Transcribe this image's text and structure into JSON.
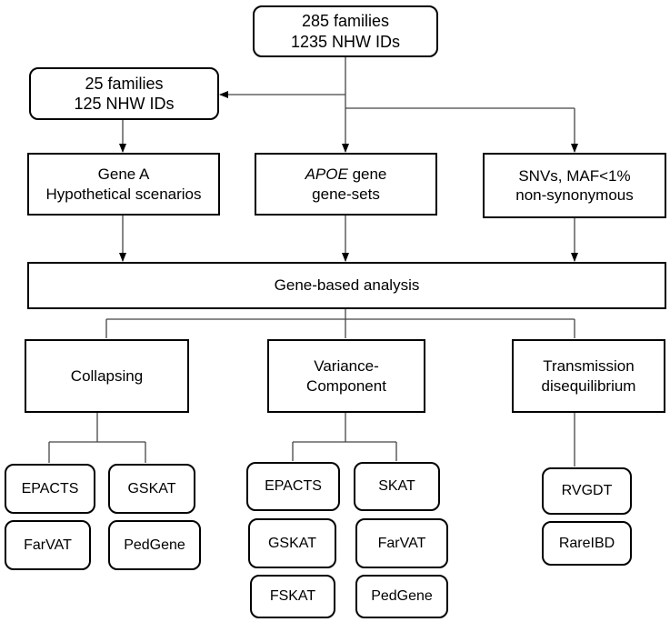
{
  "nodes": {
    "root": {
      "line1": "285 families",
      "line2": "1235 NHW IDs"
    },
    "subset": {
      "line1": "25 families",
      "line2": "125 NHW IDs"
    },
    "gene_a": {
      "line1": "Gene A",
      "line2": "Hypothetical scenarios"
    },
    "apoe": {
      "line1_italic": "APOE",
      "line1_rest": " gene",
      "line2": "gene-sets"
    },
    "snvs": {
      "line1": "SNVs, MAF<1%",
      "line2": "non-synonymous"
    },
    "gene_based": {
      "label": "Gene-based analysis"
    },
    "collapsing": {
      "label": "Collapsing"
    },
    "variance": {
      "line1": "Variance-",
      "line2": "Component"
    },
    "transmission": {
      "line1": "Transmission",
      "line2": "disequilibrium"
    },
    "collapsing_tests": [
      "EPACTS",
      "GSKAT",
      "FarVAT",
      "PedGene"
    ],
    "variance_tests": [
      "EPACTS",
      "SKAT",
      "GSKAT",
      "FarVAT",
      "FSKAT",
      "PedGene"
    ],
    "transmission_tests": [
      "RVGDT",
      "RareIBD"
    ]
  }
}
